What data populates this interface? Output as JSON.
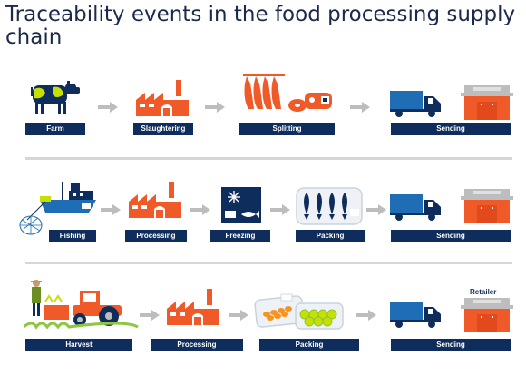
{
  "title": "Traceability events in the food processing supply chain",
  "rows": [
    {
      "steps": [
        "Farm",
        "Slaughtering",
        "Splitting",
        "Sending"
      ]
    },
    {
      "steps": [
        "Fishing",
        "Processing",
        "Freezing",
        "Packing",
        "Sending"
      ]
    },
    {
      "steps": [
        "Harvest",
        "Processing",
        "Packing",
        "Sending"
      ]
    }
  ],
  "retailer_label": "Retailer",
  "colors": {
    "navy": "#0f2d5c",
    "orange": "#f05a28",
    "blue": "#1f6eb5",
    "grey": "#bdbdbd"
  }
}
